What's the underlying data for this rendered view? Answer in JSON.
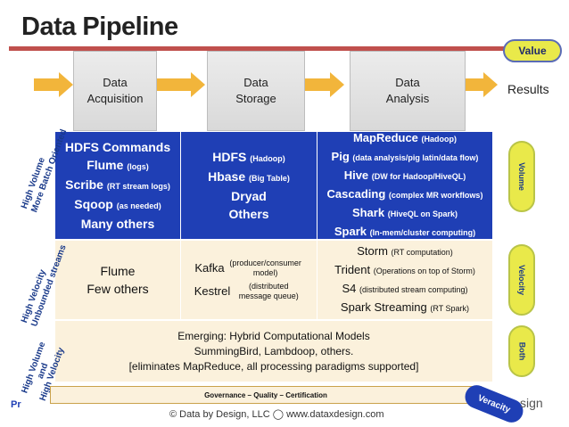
{
  "title": "Data Pipeline",
  "stages": [
    "Data\nAcquisition",
    "Data\nStorage",
    "Data\nAnalysis"
  ],
  "value_label": "Value",
  "results_label": "Results",
  "row_labels": {
    "row1": [
      "High Volume",
      "More Batch Oriented"
    ],
    "row2": [
      "High Velocity",
      "Unbounded streams"
    ],
    "row3": [
      "High Volume",
      "and",
      "High Velocity"
    ]
  },
  "side_pills": [
    "Volume",
    "Velocity",
    "Both"
  ],
  "row1": {
    "acquisition": [
      {
        "name": "HDFS Commands",
        "note": ""
      },
      {
        "name": "Flume",
        "note": "(logs)"
      },
      {
        "name": "Scribe",
        "note": "(RT stream logs)"
      },
      {
        "name": "Sqoop",
        "note": "(as needed)"
      },
      {
        "name": "Many others",
        "note": ""
      }
    ],
    "storage": [
      {
        "name": "HDFS",
        "note": "(Hadoop)"
      },
      {
        "name": "Hbase",
        "note": "(Big Table)"
      },
      {
        "name": "Dryad",
        "note": ""
      },
      {
        "name": "Others",
        "note": ""
      }
    ],
    "analysis": [
      {
        "name": "MapReduce",
        "note": "(Hadoop)"
      },
      {
        "name": "Pig",
        "note": "(data analysis/pig latin/data flow)"
      },
      {
        "name": "Hive",
        "note": "(DW for Hadoop/HiveQL)"
      },
      {
        "name": "Cascading",
        "note": "(complex MR workflows)"
      },
      {
        "name": "Shark",
        "note": "(HiveQL on Spark)"
      },
      {
        "name": "Spark",
        "note": "(In-mem/cluster computing)"
      }
    ]
  },
  "row2": {
    "acquisition": [
      "Flume",
      "Few others"
    ],
    "storage": [
      {
        "name": "Kafka",
        "note": "(producer/consumer model)"
      },
      {
        "name": "Kestrel",
        "note": "(distributed message queue)"
      }
    ],
    "analysis": [
      {
        "name": "Storm",
        "note": "(RT computation)"
      },
      {
        "name": "Trident",
        "note": "(Operations on top of Storm)"
      },
      {
        "name": "S4",
        "note": "(distributed stream computing)"
      },
      {
        "name": "Spark Streaming",
        "note": "(RT Spark)"
      }
    ]
  },
  "row3": [
    "Emerging: Hybrid Computational Models",
    "SummingBird, Lambdoop, others.",
    "[eliminates MapReduce, all processing paradigms supported]"
  ],
  "governance": "Governance – Quality – Certification",
  "veracity": "Veracity",
  "footer": "© Data by Design, LLC  ◯  www.dataxdesign.com",
  "brand_left": "Pr",
  "brand_right": "sign",
  "colors": {
    "accent_red": "#c0504d",
    "blue": "#1f3fb5",
    "cream": "#fbf1dc",
    "arrow": "#f2b53b",
    "pill": "#e9e94a"
  }
}
